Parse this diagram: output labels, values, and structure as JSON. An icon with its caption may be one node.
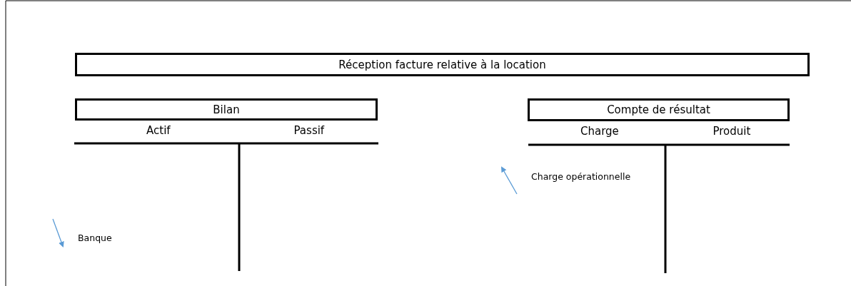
{
  "diagram": {
    "nodes": [
      {
        "text": [
          "Réception facture relative à la location"
        ]
      },
      {
        "text": [
          "Bilan"
        ]
      },
      {
        "text": [
          "Compte de résultat"
        ]
      }
    ],
    "labels": [
      "Actif",
      "Passif",
      "Charge",
      "Produit",
      "Charge opérationnelle",
      "Banque"
    ]
  }
}
